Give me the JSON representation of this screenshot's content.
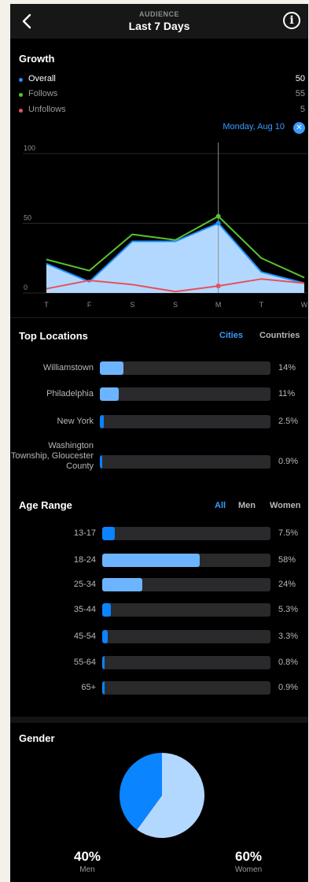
{
  "header": {
    "supertitle": "AUDIENCE",
    "title": "Last 7 Days"
  },
  "growth": {
    "title": "Growth",
    "legend": [
      {
        "label": "Overall",
        "value": "50",
        "color": "#1e90ff"
      },
      {
        "label": "Follows",
        "value": "55",
        "color": "#5ac12f"
      },
      {
        "label": "Unfollows",
        "value": "5",
        "color": "#e8505b"
      }
    ],
    "selected_date": "Monday, Aug 10"
  },
  "chart_data": {
    "type": "line",
    "x": [
      "T",
      "F",
      "S",
      "S",
      "M",
      "T",
      "W"
    ],
    "series": [
      {
        "name": "Overall",
        "values": [
          21,
          8,
          37,
          37,
          50,
          15,
          7
        ]
      },
      {
        "name": "Follows",
        "values": [
          24,
          16,
          42,
          38,
          55,
          25,
          11
        ]
      },
      {
        "name": "Unfollows",
        "values": [
          3,
          9,
          6,
          1,
          5,
          10,
          7
        ]
      }
    ],
    "y_ticks": [
      "100",
      "50",
      "0"
    ],
    "ylim": [
      0,
      100
    ],
    "highlight_index": 4
  },
  "locations": {
    "title": "Top Locations",
    "tabs": [
      "Cities",
      "Countries"
    ],
    "active_tab": "Cities",
    "items": [
      {
        "label": "Williamstown",
        "value": 14,
        "pct": "14%"
      },
      {
        "label": "Philadelphia",
        "value": 11,
        "pct": "11%"
      },
      {
        "label": "New York",
        "value": 2.5,
        "pct": "2.5%"
      },
      {
        "label": "Washington Township, Gloucester County",
        "value": 0.9,
        "pct": "0.9%"
      }
    ]
  },
  "age": {
    "title": "Age Range",
    "tabs": [
      "All",
      "Men",
      "Women"
    ],
    "active_tab": "All",
    "items": [
      {
        "label": "13-17",
        "value": 7.5,
        "pct": "7.5%"
      },
      {
        "label": "18-24",
        "value": 58,
        "pct": "58%"
      },
      {
        "label": "25-34",
        "value": 24,
        "pct": "24%"
      },
      {
        "label": "35-44",
        "value": 5.3,
        "pct": "5.3%"
      },
      {
        "label": "45-54",
        "value": 3.3,
        "pct": "3.3%"
      },
      {
        "label": "55-64",
        "value": 0.8,
        "pct": "0.8%"
      },
      {
        "label": "65+",
        "value": 0.9,
        "pct": "0.9%"
      }
    ]
  },
  "gender": {
    "title": "Gender",
    "men": {
      "pct": "40%",
      "label": "Men",
      "value": 40,
      "color": "#0a84ff"
    },
    "women": {
      "pct": "60%",
      "label": "Women",
      "value": 60,
      "color": "#b3d8ff"
    }
  }
}
